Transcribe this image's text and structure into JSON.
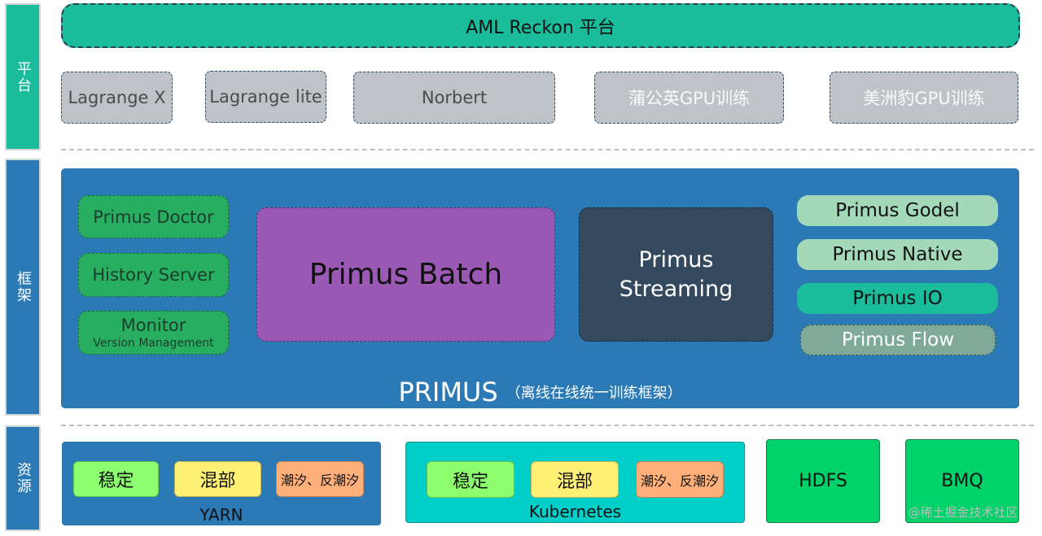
{
  "layers": {
    "platform": "平台",
    "framework": "框架",
    "resource": "资源"
  },
  "platform": {
    "title": "AML Reckon 平台",
    "items": [
      "Lagrange X",
      "Lagrange lite",
      "Norbert",
      "蒲公英GPU训练",
      "美洲豹GPU训练"
    ]
  },
  "framework": {
    "left": {
      "doctor": "Primus Doctor",
      "history": "History Server",
      "monitor": "Monitor",
      "version": "Version Management"
    },
    "batch": "Primus Batch",
    "streaming_line1": "Primus",
    "streaming_line2": "Streaming",
    "right": [
      "Primus Godel",
      "Primus Native",
      "Primus IO",
      "Primus Flow"
    ],
    "title": "PRIMUS",
    "subtitle": "（离线在线统一训练框架）"
  },
  "resource": {
    "yarn": {
      "label": "YARN",
      "chips": [
        "稳定",
        "混部",
        "潮汐、反潮汐"
      ]
    },
    "kubernetes": {
      "label": "Kubernetes",
      "chips": [
        "稳定",
        "混部",
        "潮汐、反潮汐"
      ]
    },
    "hdfs": "HDFS",
    "bmq": "BMQ"
  },
  "watermark": "@稀土掘金技术社区"
}
